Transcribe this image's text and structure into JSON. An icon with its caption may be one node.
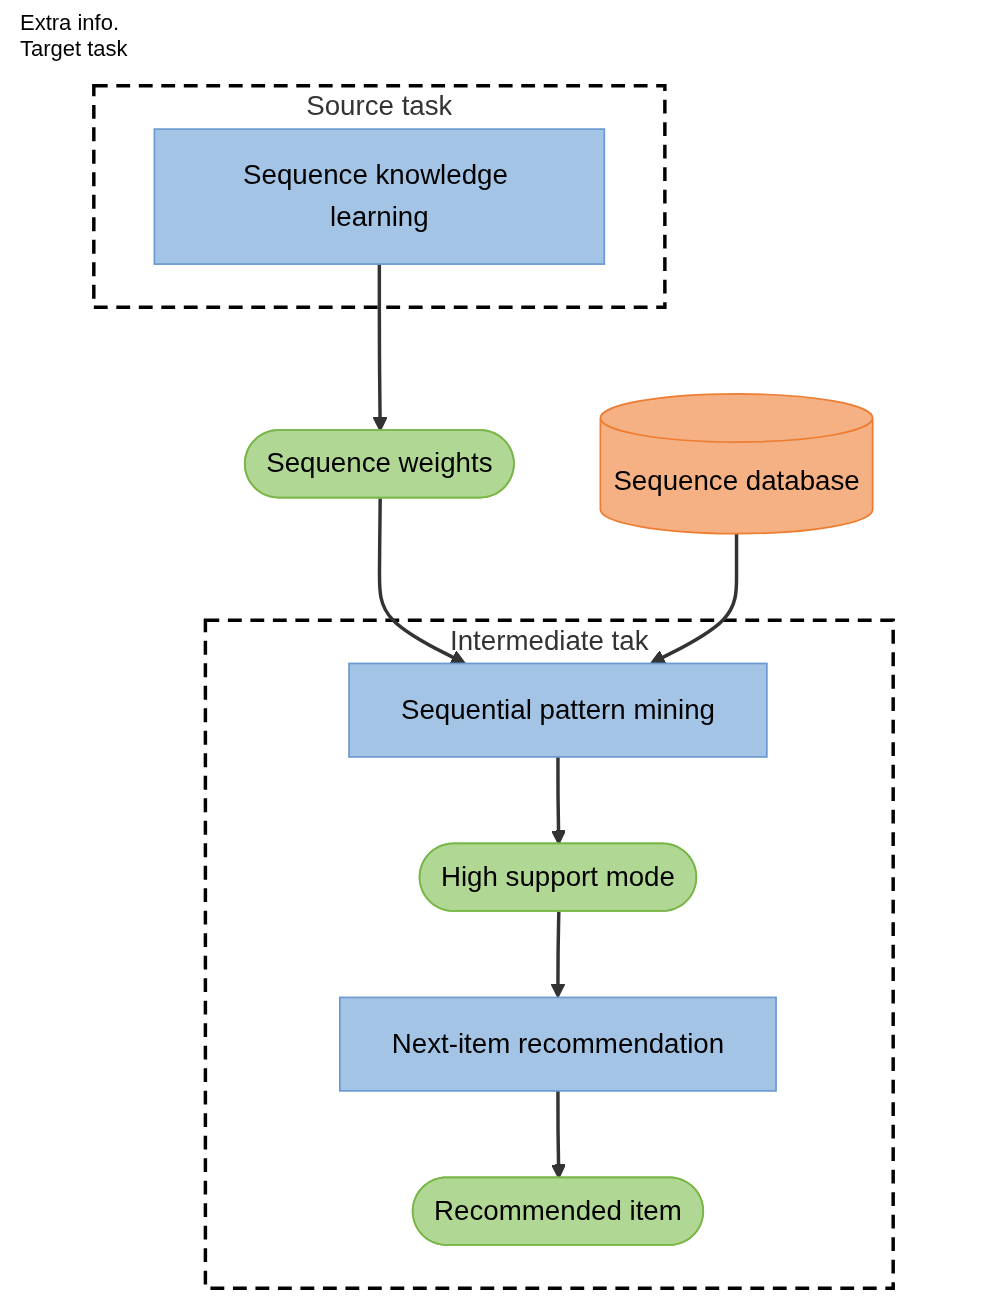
{
  "diagram": {
    "nodes": [
      {
        "text": [
          "Source task"
        ]
      },
      {
        "text": [
          "Sequence knowledge learning"
        ],
        "in": 0
      },
      {
        "text": [
          "Sequence weights"
        ]
      },
      {
        "text": [
          "Intermediate tak"
        ]
      },
      {
        "text": [
          "Sequential pattern mining"
        ],
        "in": 3
      },
      {
        "text": [
          "High support mode"
        ],
        "in": 3
      },
      {
        "text": [
          "Next-item recommendation"
        ],
        "in": 3
      },
      {
        "text": [
          "Recommended item"
        ],
        "in": 3
      },
      {
        "text": [
          "Sequence database"
        ]
      }
    ],
    "edges": [
      {
        "from": 1,
        "to": 2,
        "arrow": "to"
      },
      {
        "from": 2,
        "to": 4,
        "arrow": "to"
      },
      {
        "from": 8,
        "to": 4,
        "arrow": "to"
      },
      {
        "from": 4,
        "to": 5,
        "arrow": "to"
      },
      {
        "from": 5,
        "to": 6,
        "arrow": "to"
      },
      {
        "from": 6,
        "to": 7,
        "arrow": "to"
      }
    ],
    "labels": [
      "Extra info.",
      "Target task"
    ]
  }
}
